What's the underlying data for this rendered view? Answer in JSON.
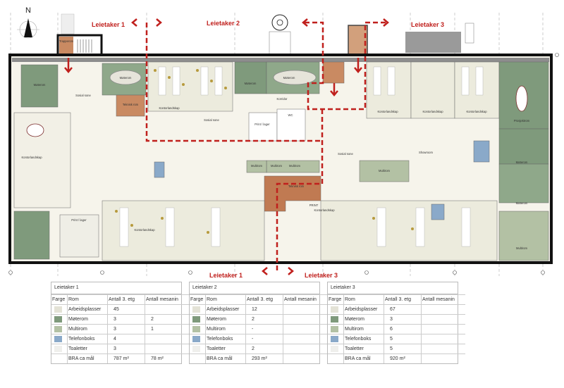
{
  "compass": {
    "label": "N"
  },
  "tenants_labels": {
    "top_1": "Leietaker 1",
    "top_2": "Leietaker 2",
    "top_3": "Leietaker 3",
    "bottom_1": "Leietaker 1",
    "bottom_3": "Leietaker 3"
  },
  "rooms": {
    "sosial_sone_1": "Sosial sone",
    "moterom_a": "Møterom",
    "moterom_b": "Møterom",
    "teknisk_rom_1": "Teknisk rom",
    "kontorlandskap_1": "Kontorlandskap",
    "korridor": "Korridor",
    "sosial_sone_2": "Sosial sone",
    "print_lager_1": "Print / lager",
    "wc": "WC",
    "moterom_c": "Møterom",
    "moterom_d": "Møterom",
    "kontorlandskap_2": "Kontorlandskap",
    "kontorlandskap_3": "Kontorlandskap",
    "kontorlandskap_4": "Kontorlandskap",
    "prosjektrom": "Prosjektrom",
    "showroom": "Showroom",
    "multirom_1": "Multirom",
    "multirom_2": "Multirom",
    "multirom_3": "Multirom",
    "multirom_4": "Multirom",
    "multirom_5": "Multirom",
    "teknisk_rom_2": "Teknisk rom",
    "print": "PRINT",
    "sosial_sone_3": "Sosial sone",
    "kontorlandskap_5": "Kontorlandskap",
    "kontorlandskap_6": "Kontorlandskap",
    "print_lager_2": "Print / lager",
    "moterom_e": "Møterom",
    "moterom_f": "Møterom",
    "kontorlandskap_7": "Kontorlandskap",
    "trapperom": "Trapperom"
  },
  "tables": [
    {
      "title": "Leietaker 1",
      "headers": [
        "Farge",
        "Rom",
        "Antall 3. etg",
        "Antall mesanin"
      ],
      "rows": [
        {
          "color": "#e3e2d6",
          "rom": "Arbeidsplasser",
          "etg": "45",
          "mesanin": ""
        },
        {
          "color": "#7f9a7c",
          "rom": "Møterom",
          "etg": "3",
          "mesanin": "2"
        },
        {
          "color": "#b3c1a4",
          "rom": "Multirom",
          "etg": "3",
          "mesanin": "1"
        },
        {
          "color": "#8aa9c9",
          "rom": "Telefonboks",
          "etg": "4",
          "mesanin": ""
        },
        {
          "color": "#efefec",
          "rom": "Toaletter",
          "etg": "3",
          "mesanin": ""
        },
        {
          "color": "",
          "rom": "BRA ca mål",
          "etg": "787 m²",
          "mesanin": "78 m²"
        }
      ]
    },
    {
      "title": "Leietaker 2",
      "headers": [
        "Farge",
        "Rom",
        "Antall 3. etg",
        "Antall mesanin"
      ],
      "rows": [
        {
          "color": "#e3e2d6",
          "rom": "Arbeidsplasser",
          "etg": "12",
          "mesanin": ""
        },
        {
          "color": "#7f9a7c",
          "rom": "Møterom",
          "etg": "2",
          "mesanin": ""
        },
        {
          "color": "#b3c1a4",
          "rom": "Multirom",
          "etg": "-",
          "mesanin": ""
        },
        {
          "color": "#8aa9c9",
          "rom": "Telefonboks",
          "etg": "-",
          "mesanin": ""
        },
        {
          "color": "#efefec",
          "rom": "Toaletter",
          "etg": "2",
          "mesanin": ""
        },
        {
          "color": "",
          "rom": "BRA ca mål",
          "etg": "293 m²",
          "mesanin": ""
        }
      ]
    },
    {
      "title": "Leietaker 3",
      "headers": [
        "Farge",
        "Rom",
        "Antall 3. etg",
        "Antall mesanin"
      ],
      "rows": [
        {
          "color": "#e3e2d6",
          "rom": "Arbeidsplasser",
          "etg": "67",
          "mesanin": ""
        },
        {
          "color": "#7f9a7c",
          "rom": "Møterom",
          "etg": "3",
          "mesanin": ""
        },
        {
          "color": "#b3c1a4",
          "rom": "Multirom",
          "etg": "6",
          "mesanin": ""
        },
        {
          "color": "#8aa9c9",
          "rom": "Telefonboks",
          "etg": "5",
          "mesanin": ""
        },
        {
          "color": "#efefec",
          "rom": "Toaletter",
          "etg": "5",
          "mesanin": ""
        },
        {
          "color": "",
          "rom": "BRA ca mål",
          "etg": "920 m²",
          "mesanin": ""
        }
      ]
    }
  ]
}
